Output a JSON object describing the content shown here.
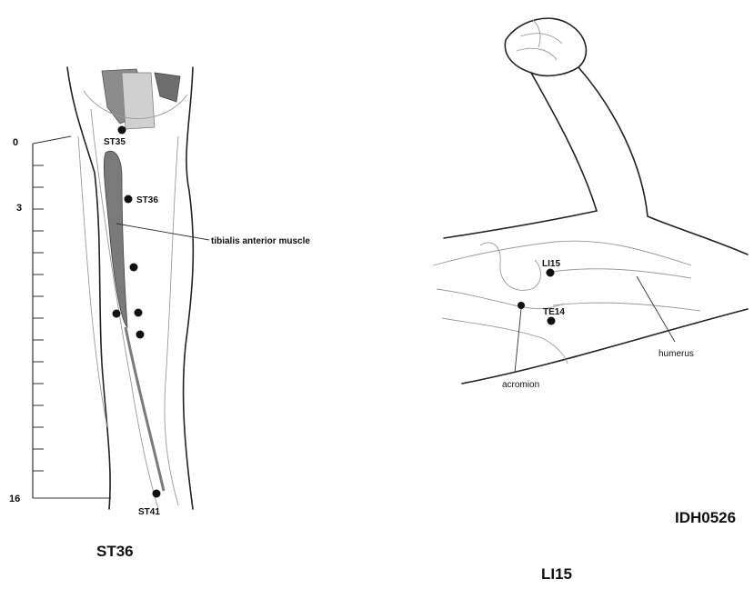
{
  "left_figure": {
    "caption": "ST36",
    "scale_labels": {
      "top": "0",
      "middle": "3",
      "bottom": "16"
    },
    "points": {
      "st35": "ST35",
      "st36": "ST36",
      "st41": "ST41"
    },
    "muscle_label": "tibialis anterior muscle"
  },
  "right_figure": {
    "caption": "LI15",
    "points": {
      "li15": "LI15",
      "te14": "TE14"
    },
    "humerus_label": "humerus",
    "acromion_label": "acromion"
  },
  "image_code": "IDH0526",
  "colors": {
    "ink": "#111111",
    "muscle_shade": "#7a7a7a",
    "faint": "#9a9a9a"
  }
}
